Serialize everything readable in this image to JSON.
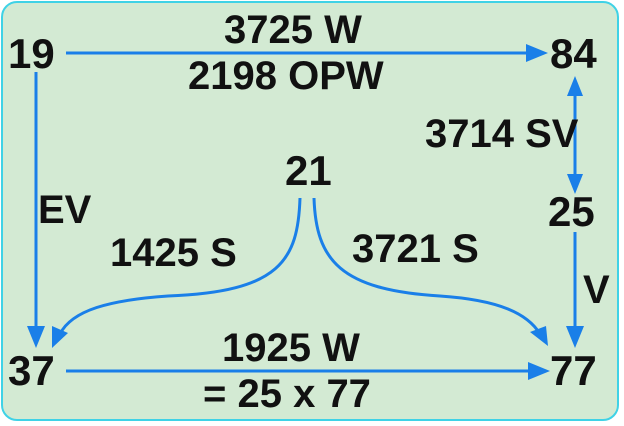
{
  "nodes": {
    "n19": "19",
    "n84": "84",
    "n21": "21",
    "n25": "25",
    "n37": "37",
    "n77": "77"
  },
  "edges": {
    "top_line1": "3725 W",
    "top_line2": "2198 OPW",
    "right_upper": "3714 SV",
    "left": "EV",
    "mid_left": "1425 S",
    "mid_right": "3721 S",
    "right_lower": "V",
    "bottom_line1": "1925 W",
    "bottom_line2": "= 25 x 77"
  },
  "colors": {
    "panel_bg": "#d3ead3",
    "panel_border": "#3fd2e6",
    "arrow": "#1a7fe8",
    "text": "#111111"
  }
}
